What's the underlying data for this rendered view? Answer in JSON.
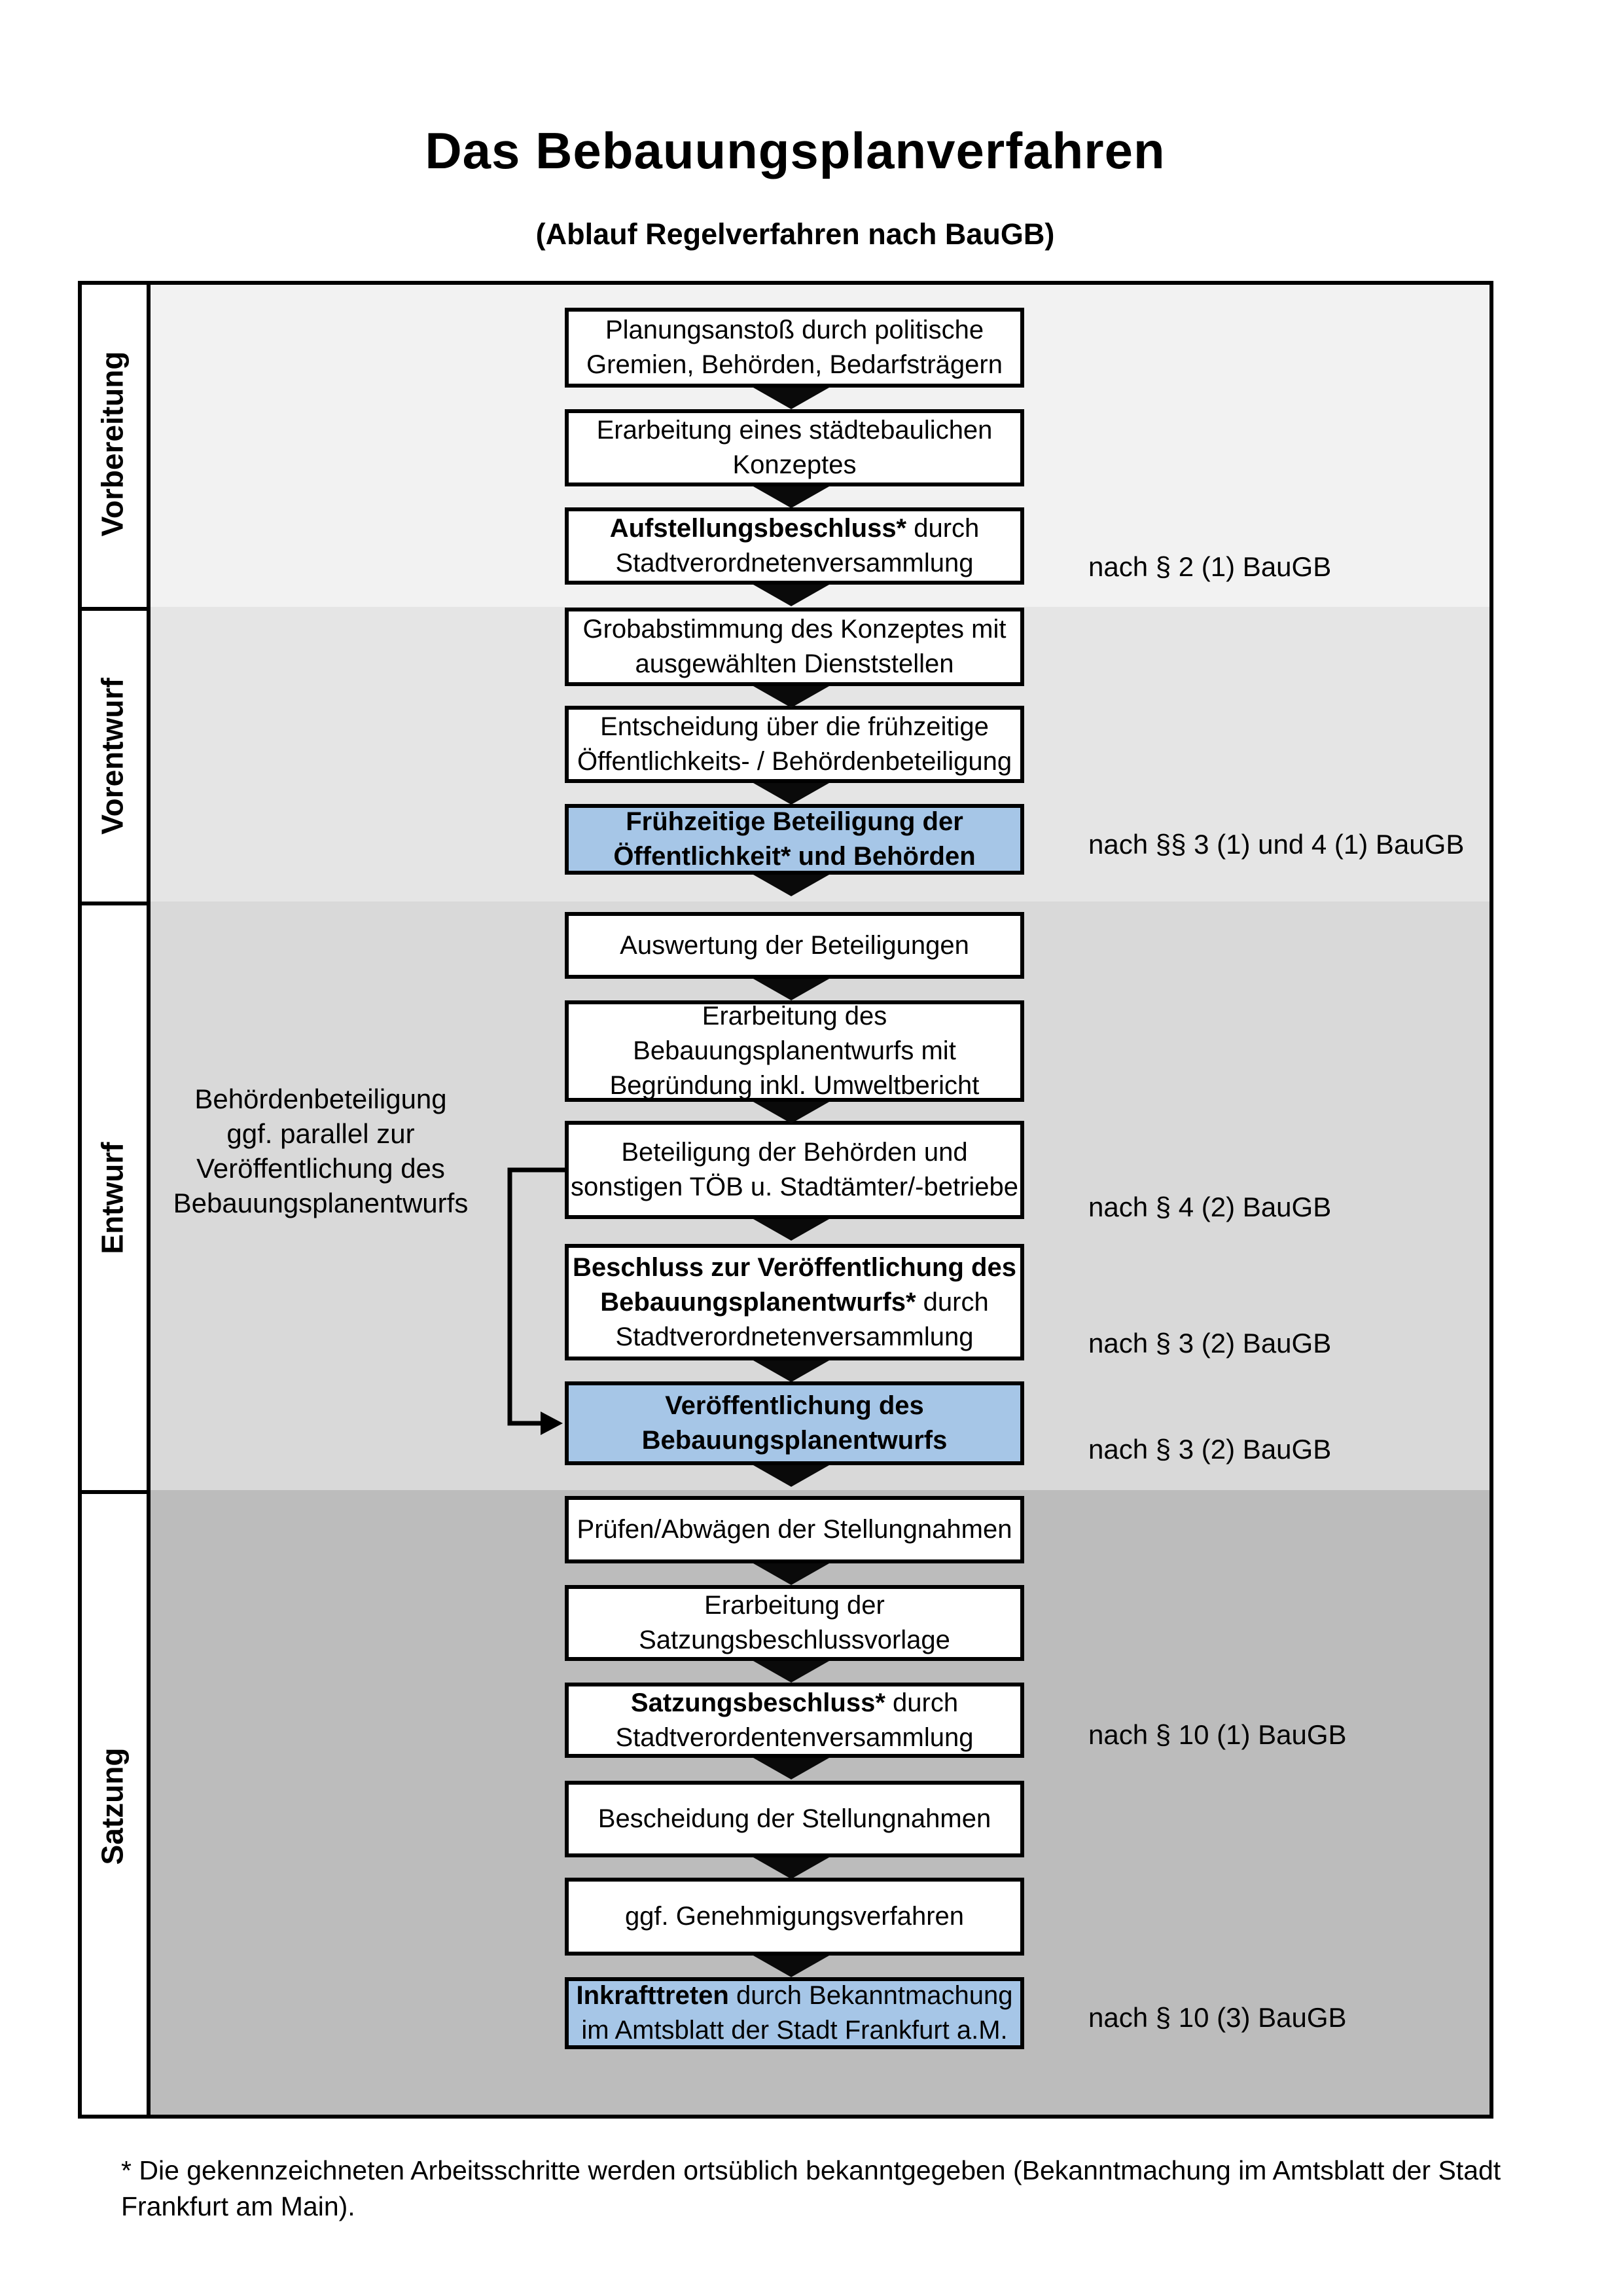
{
  "page": {
    "title": "Das Bebauungsplanverfahren",
    "subtitle": "(Ablauf Regelverfahren nach BauGB)"
  },
  "colors": {
    "highlight_blue": "#a6c6e7",
    "box_border": "#000000",
    "section_bg_1": "#f2f2f2",
    "section_bg_2": "#e5e5e5",
    "section_bg_3": "#d9d9d9",
    "section_bg_4": "#bcbcbc"
  },
  "sections": [
    {
      "label": "Vorbereitung",
      "bg": "#f2f2f2"
    },
    {
      "label": "Vorentwurf",
      "bg": "#e5e5e5"
    },
    {
      "label": "Entwurf",
      "bg": "#d9d9d9"
    },
    {
      "label": "Satzung",
      "bg": "#bcbcbc"
    }
  ],
  "boxes": [
    {
      "highlight": false,
      "lines": [
        [
          {
            "t": "Planungsanstoß durch politische"
          }
        ],
        [
          {
            "t": "Gremien, Behörden, Bedarfsträgern"
          }
        ]
      ]
    },
    {
      "highlight": false,
      "lines": [
        [
          {
            "t": "Erarbeitung eines städtebaulichen"
          }
        ],
        [
          {
            "t": "Konzeptes"
          }
        ]
      ]
    },
    {
      "highlight": false,
      "lines": [
        [
          {
            "t": "Aufstellungsbeschluss*",
            "b": true
          },
          {
            "t": " durch"
          }
        ],
        [
          {
            "t": "Stadtverordnetenversammlung"
          }
        ]
      ]
    },
    {
      "highlight": false,
      "lines": [
        [
          {
            "t": "Grobabstimmung des Konzeptes mit"
          }
        ],
        [
          {
            "t": "ausgewählten Dienststellen"
          }
        ]
      ]
    },
    {
      "highlight": false,
      "lines": [
        [
          {
            "t": "Entscheidung über die frühzeitige"
          }
        ],
        [
          {
            "t": "Öffentlichkeits- / Behördenbeteiligung"
          }
        ]
      ]
    },
    {
      "highlight": true,
      "lines": [
        [
          {
            "t": "Frühzeitige Beteiligung der",
            "b": true
          }
        ],
        [
          {
            "t": "Öffentlichkeit* und Behörden",
            "b": true
          }
        ]
      ]
    },
    {
      "highlight": false,
      "lines": [
        [
          {
            "t": "Auswertung der Beteiligungen"
          }
        ]
      ]
    },
    {
      "highlight": false,
      "lines": [
        [
          {
            "t": "Erarbeitung des"
          }
        ],
        [
          {
            "t": "Bebauungsplanentwurfs mit"
          }
        ],
        [
          {
            "t": "Begründung inkl. Umweltbericht"
          }
        ]
      ]
    },
    {
      "highlight": false,
      "lines": [
        [
          {
            "t": "Beteiligung der Behörden und"
          }
        ],
        [
          {
            "t": "sonstigen TÖB u. Stadtämter/-betriebe"
          }
        ]
      ]
    },
    {
      "highlight": false,
      "lines": [
        [
          {
            "t": "Beschluss zur Veröffentlichung des",
            "b": true
          }
        ],
        [
          {
            "t": "Bebauungsplanentwurfs*",
            "b": true
          },
          {
            "t": " durch"
          }
        ],
        [
          {
            "t": "Stadtverordnetenversammlung"
          }
        ]
      ]
    },
    {
      "highlight": true,
      "lines": [
        [
          {
            "t": "Veröffentlichung des",
            "b": true
          }
        ],
        [
          {
            "t": "Bebauungsplanentwurfs",
            "b": true
          }
        ]
      ]
    },
    {
      "highlight": false,
      "lines": [
        [
          {
            "t": "Prüfen/Abwägen der Stellungnahmen"
          }
        ]
      ]
    },
    {
      "highlight": false,
      "lines": [
        [
          {
            "t": "Erarbeitung der"
          }
        ],
        [
          {
            "t": "Satzungsbeschlussvorlage"
          }
        ]
      ]
    },
    {
      "highlight": false,
      "lines": [
        [
          {
            "t": "Satzungsbeschluss*",
            "b": true
          },
          {
            "t": " durch"
          }
        ],
        [
          {
            "t": "Stadtverordentenversammlung"
          }
        ]
      ]
    },
    {
      "highlight": false,
      "lines": [
        [
          {
            "t": "Bescheidung der Stellungnahmen"
          }
        ]
      ]
    },
    {
      "highlight": false,
      "lines": [
        [
          {
            "t": "ggf. Genehmigungsverfahren"
          }
        ]
      ]
    },
    {
      "highlight": true,
      "lines": [
        [
          {
            "t": "Inkrafttreten",
            "b": true
          },
          {
            "t": " durch Bekanntmachung"
          }
        ],
        [
          {
            "t": "im Amtsblatt der Stadt Frankfurt a.M."
          }
        ]
      ]
    }
  ],
  "annotations": [
    {
      "text": "nach § 2 (1) BauGB"
    },
    {
      "text": "nach §§ 3 (1) und 4 (1) BauGB"
    },
    {
      "text": "nach § 4 (2) BauGB"
    },
    {
      "text": "nach § 3 (2) BauGB"
    },
    {
      "text": "nach § 3 (2) BauGB"
    },
    {
      "text": "nach § 10 (1) BauGB"
    },
    {
      "text": "nach § 10 (3) BauGB"
    }
  ],
  "side_note": {
    "lines": [
      "Behördenbeteiligung",
      "ggf. parallel zur",
      "Veröffentlichung des",
      "Bebauungsplanentwurfs"
    ]
  },
  "footnote": "* Die gekennzeichneten Arbeitsschritte werden ortsüblich bekanntgegeben (Bekanntmachung im Amtsblatt  der Stadt Frankfurt am Main)."
}
